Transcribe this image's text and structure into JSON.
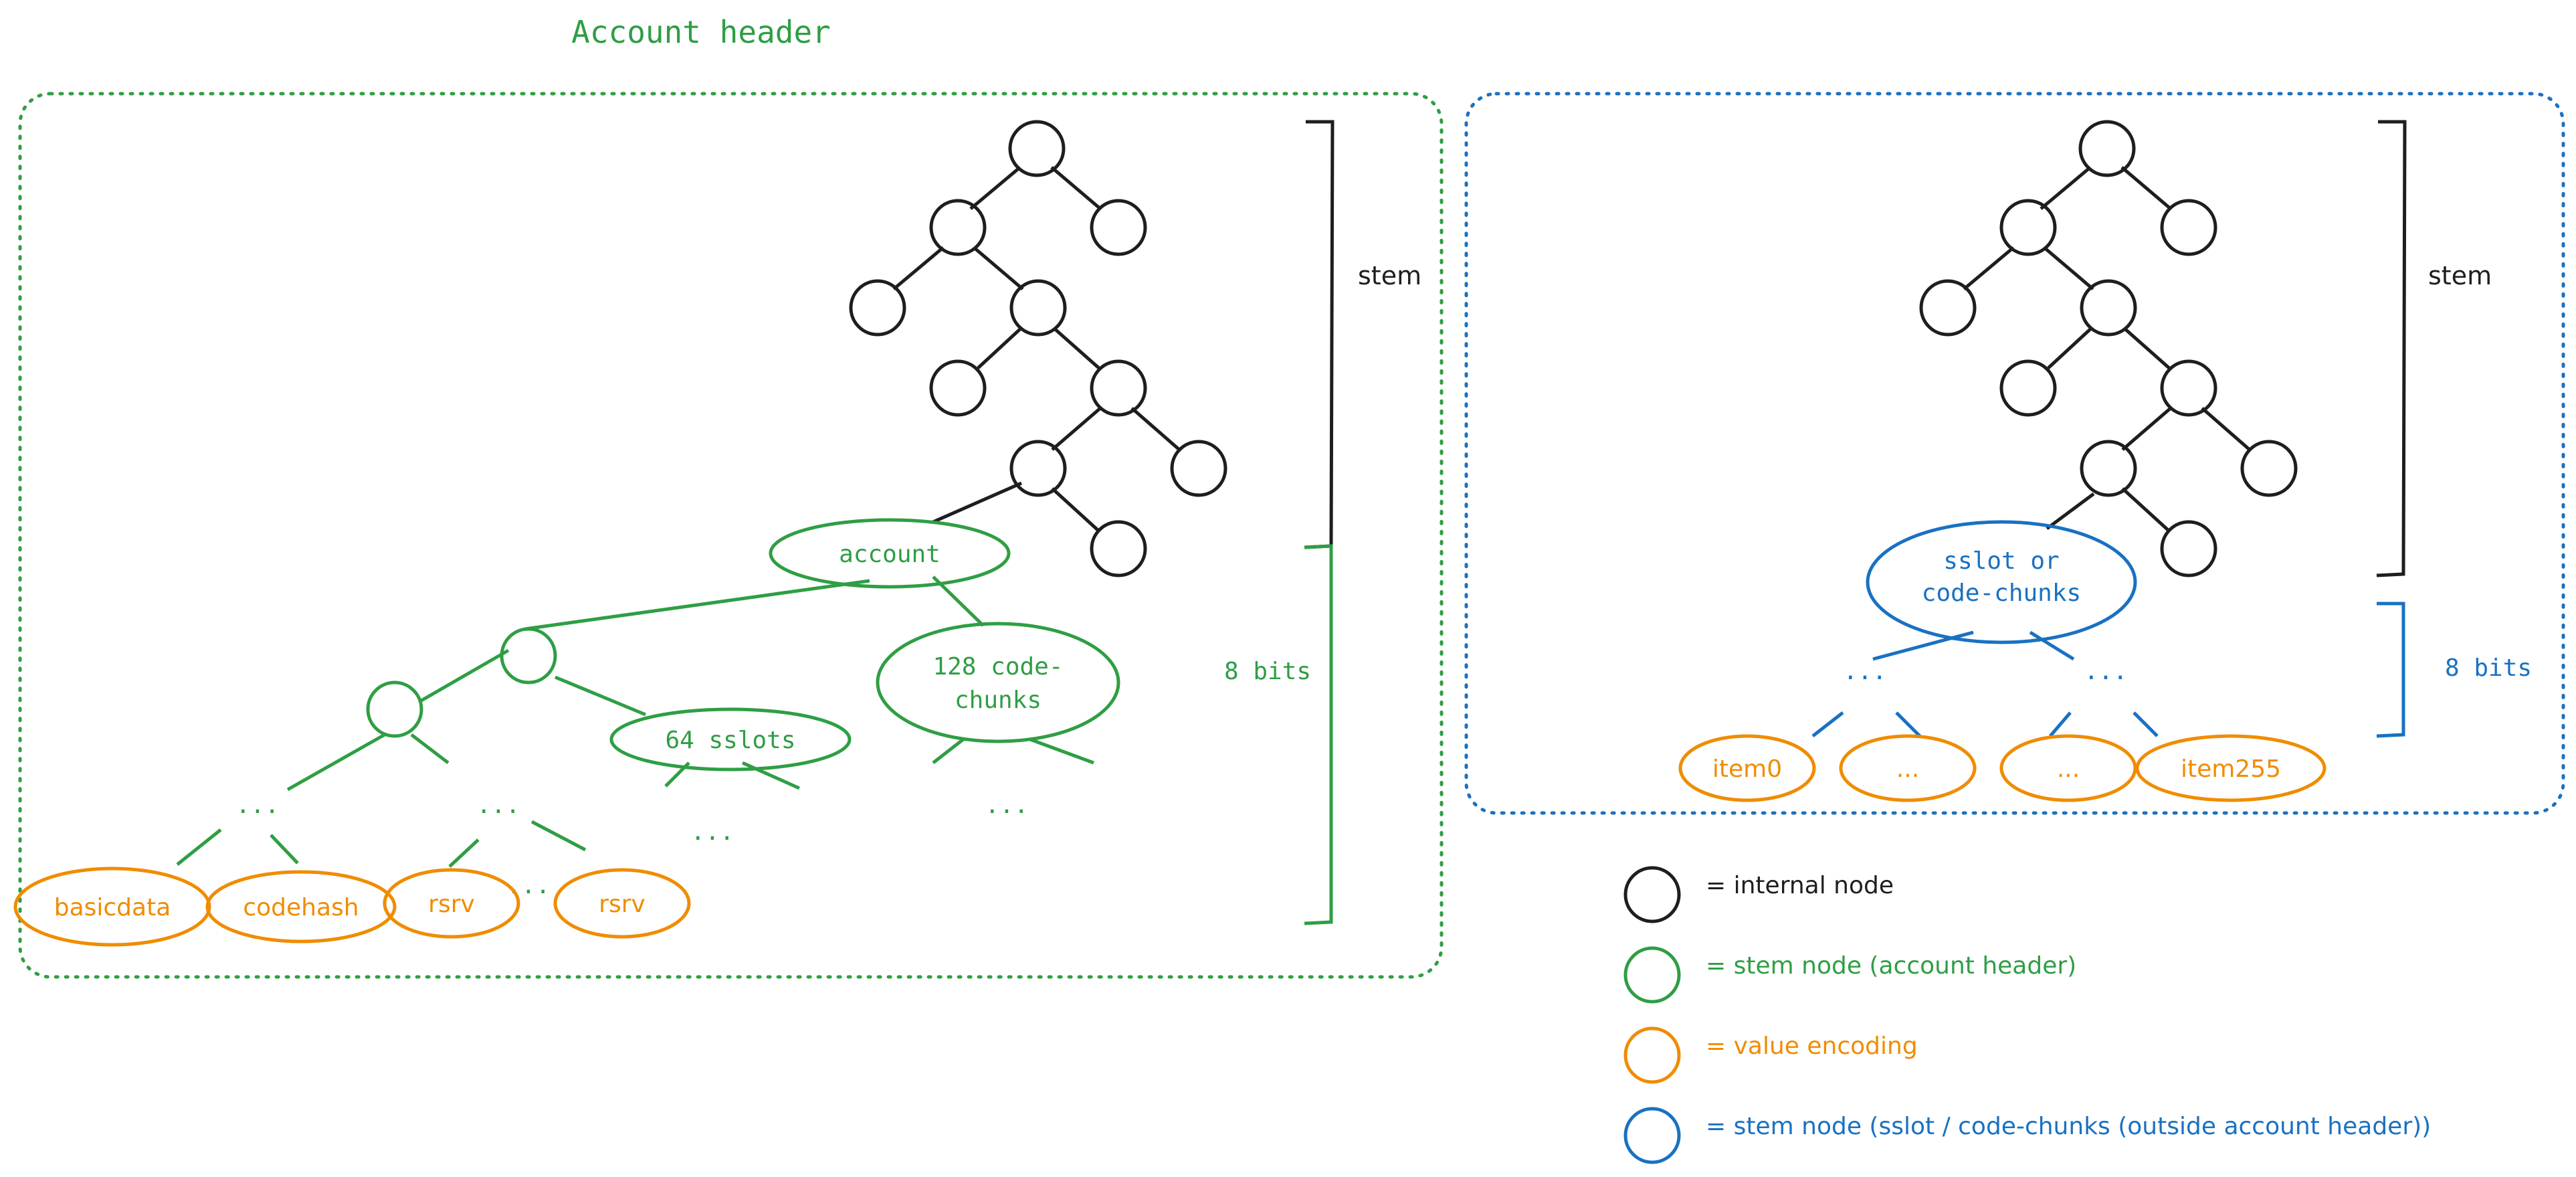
{
  "title": "Account header",
  "colors": {
    "black": "#1e1e1e",
    "green": "#2f9e44",
    "orange": "#f08c00",
    "blue": "#1971c2"
  },
  "left_panel": {
    "stem_label": "stem",
    "bits_label": "8 bits",
    "account_node": "account",
    "sslots_node": "64 sslots",
    "code_chunks_node": "128 code-chunks",
    "code_chunks_line1": "128 code-",
    "code_chunks_line2": "chunks",
    "leaves": [
      "basicdata",
      "codehash",
      "rsrv",
      "rsrv"
    ],
    "ellipsis": "..."
  },
  "right_panel": {
    "stem_label": "stem",
    "bits_label": "8 bits",
    "stem_node_line1": "sslot or",
    "stem_node_line2": "code-chunks",
    "leaves": [
      "item0",
      "...",
      "...",
      "item255"
    ],
    "ellipsis": "..."
  },
  "legend": [
    {
      "color": "#1e1e1e",
      "label": "= internal node"
    },
    {
      "color": "#2f9e44",
      "label": "= stem node (account header)"
    },
    {
      "color": "#f08c00",
      "label": "= value encoding"
    },
    {
      "color": "#1971c2",
      "label": "= stem node (sslot / code-chunks (outside account header))"
    }
  ]
}
